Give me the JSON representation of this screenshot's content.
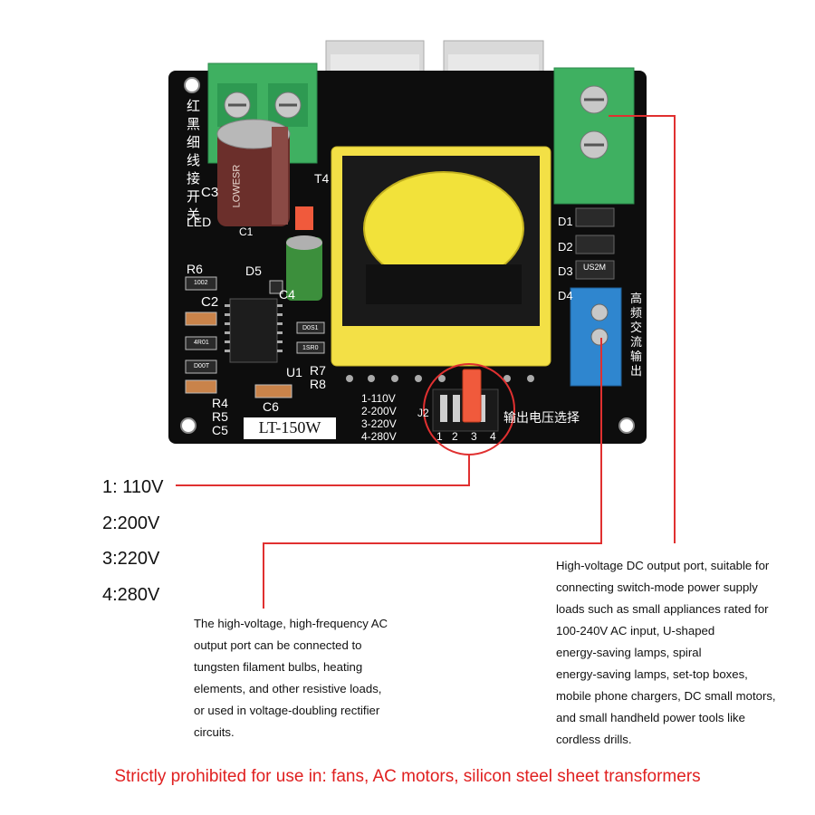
{
  "board": {
    "model": "LT-150W",
    "left_vertical_label": "红黑细线接开关",
    "right_vertical_label": "高频交流输出",
    "voltage_select_label": "输出电压选择",
    "led_label": "LED",
    "component_labels": {
      "c1": "C1",
      "c2": "C2",
      "c3": "C3",
      "c4": "C4",
      "c5": "C5",
      "c6": "C6",
      "r4": "R4",
      "r5": "R5",
      "r6": "R6",
      "r7": "R7",
      "r8": "R8",
      "d1": "D1",
      "d2": "D2",
      "d3": "D3",
      "d4": "D4",
      "d5": "D5",
      "u1": "U1",
      "j2": "J2",
      "t4": "T4"
    },
    "voltage_table": [
      "1-110V",
      "2-200V",
      "3-220V",
      "4-280V"
    ],
    "pin_numbers": [
      "1",
      "2",
      "3",
      "4"
    ],
    "cap_marking": "LOWESR",
    "smd_codes": [
      "1002",
      "4R01",
      "D00T",
      "D0S1",
      "1SR0",
      "US2M"
    ]
  },
  "voltage_options": [
    "1: 110V",
    "2:200V",
    "3:220V",
    "4:280V"
  ],
  "ac_description": "The high-voltage, high-frequency AC\noutput port can be connected to\ntungsten filament bulbs, heating\nelements, and other resistive loads,\nor used in voltage-doubling rectifier\ncircuits.",
  "dc_description": "High-voltage DC output port, suitable for\nconnecting switch-mode power supply\nloads such as small appliances rated for\n100-240V AC input, U-shaped\nenergy-saving lamps, spiral\nenergy-saving lamps, set-top boxes,\nmobile phone chargers, DC small motors,\nand small handheld power tools like\ncordless drills.",
  "warning": "Strictly prohibited for use in: fans, AC motors, silicon steel sheet transformers",
  "colors": {
    "pcb": "#0d0d0d",
    "terminal_green": "#3fb061",
    "terminal_blue": "#2f86cf",
    "transformer_yellow": "#f3e046",
    "jumper_red": "#f05a3c",
    "callout_red": "#e03030"
  }
}
